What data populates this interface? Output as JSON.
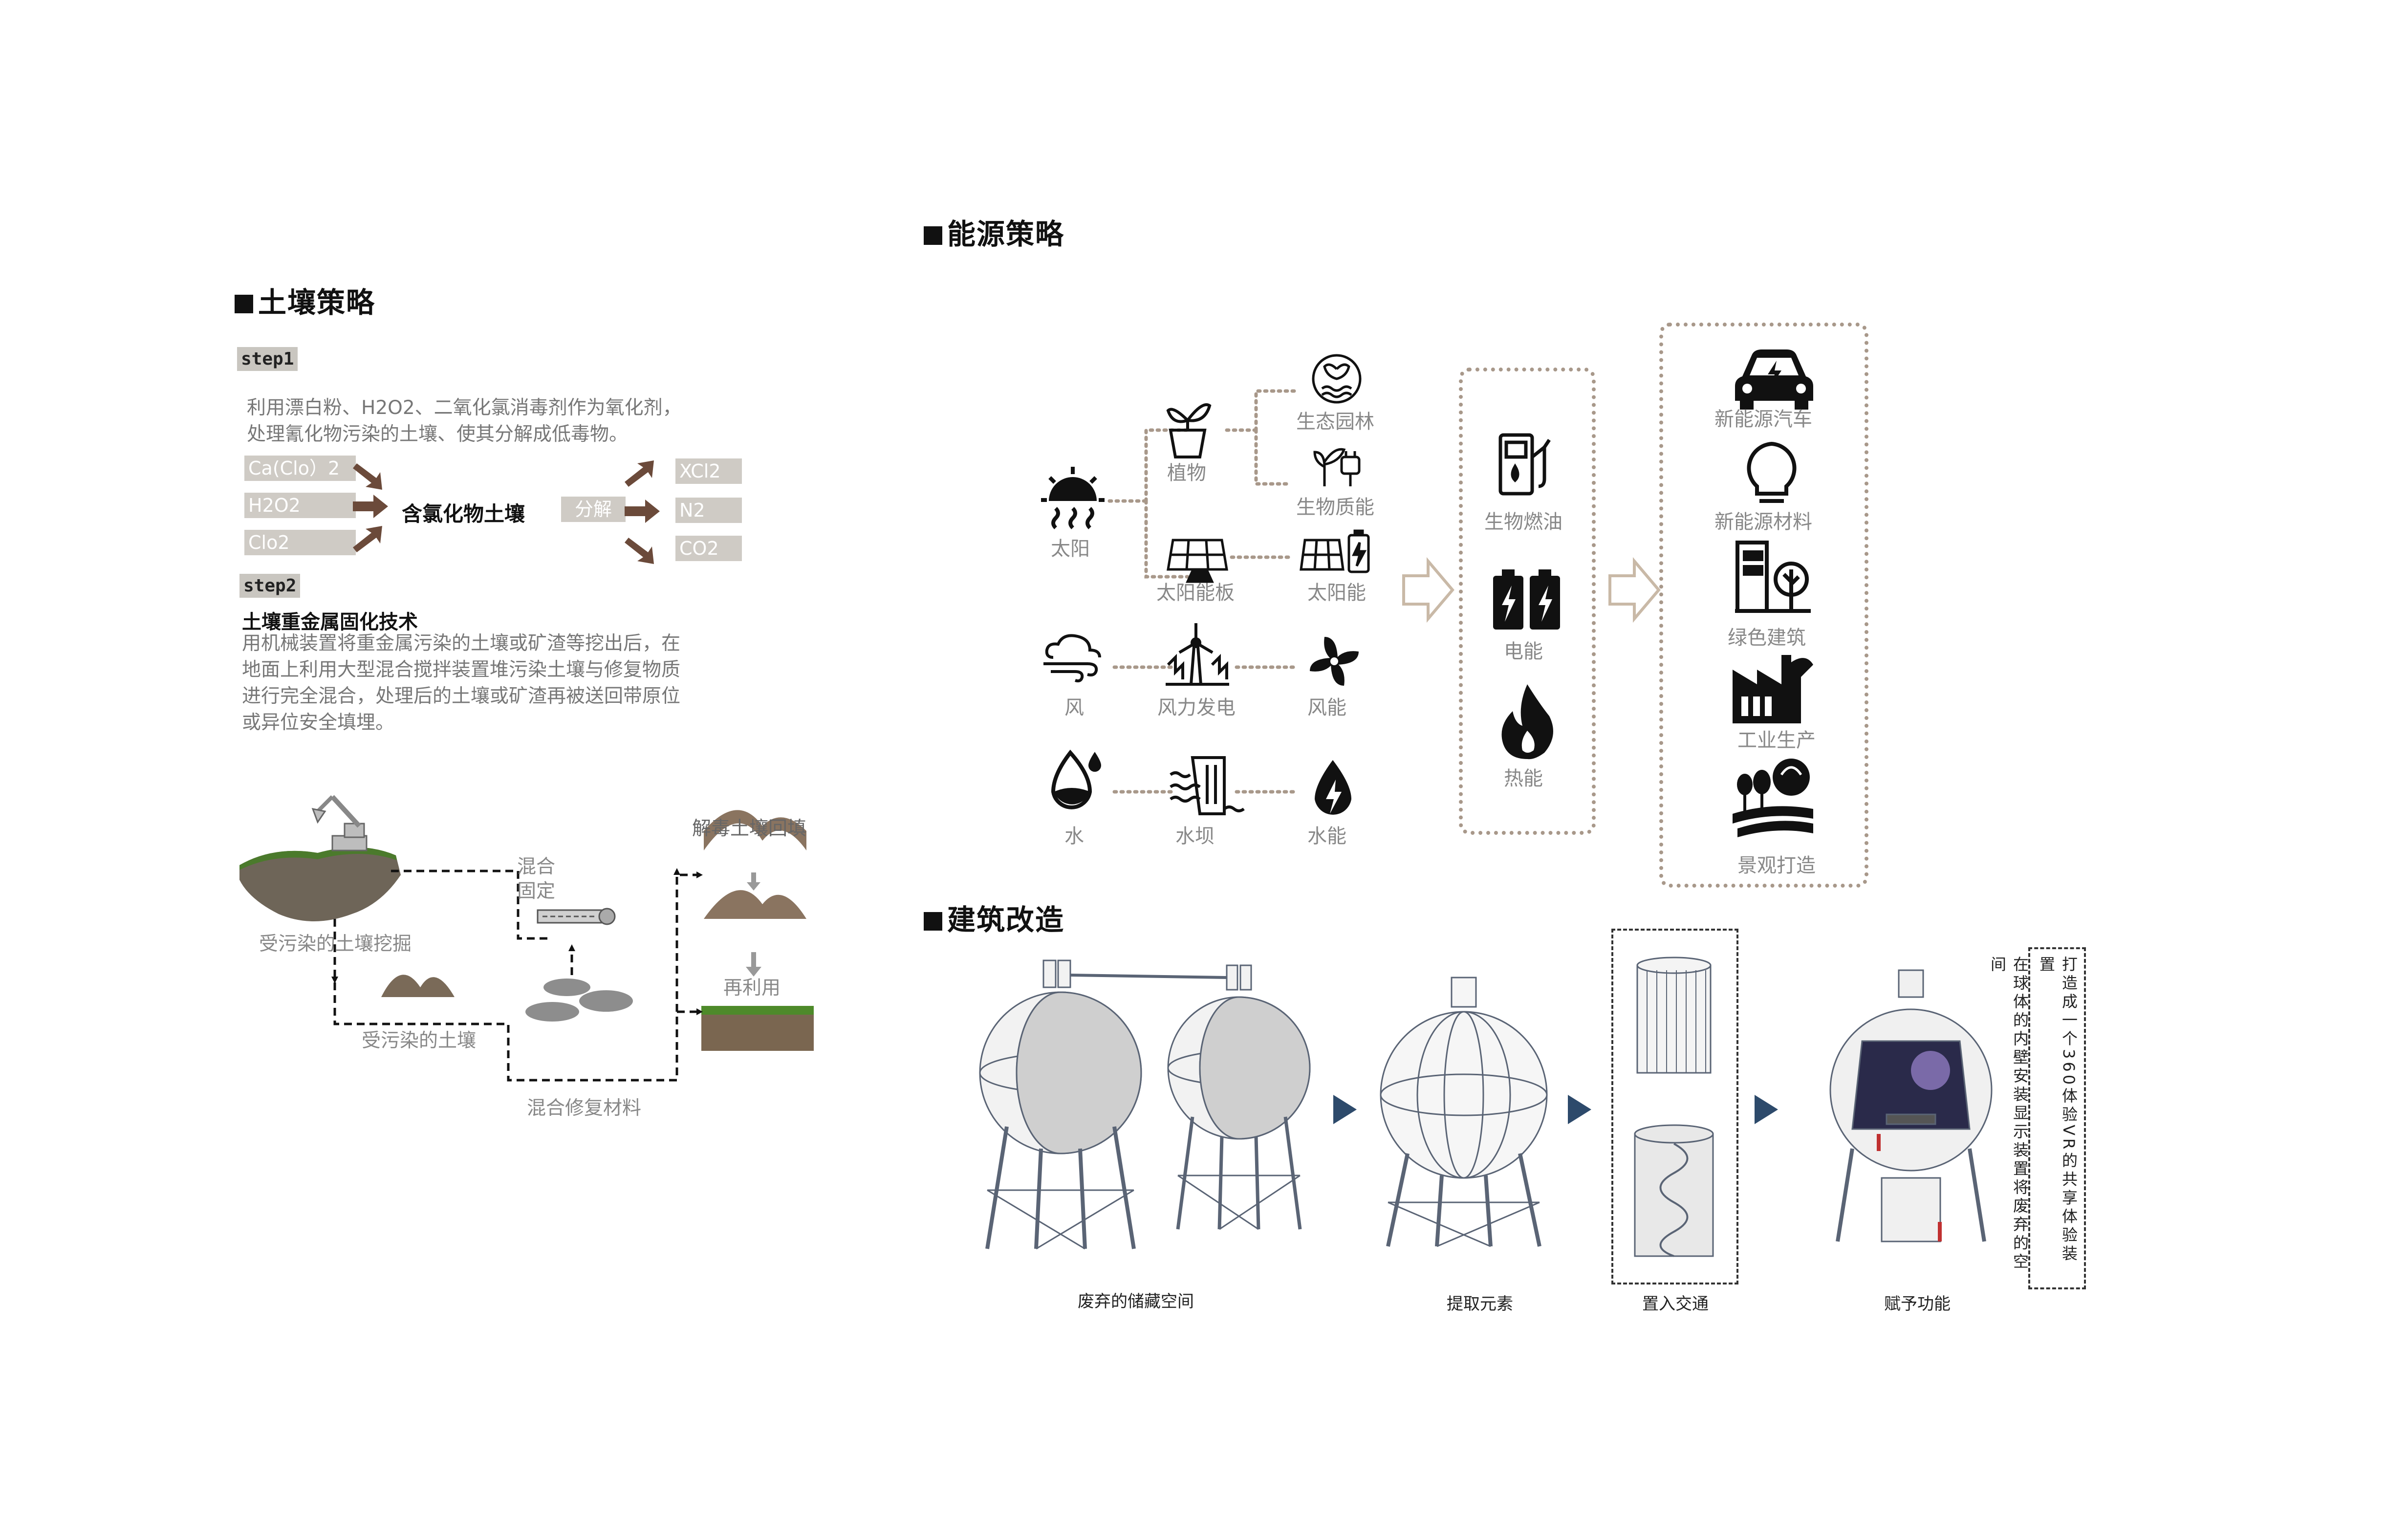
{
  "soil": {
    "title": "土壤策略",
    "step1": {
      "badge": "step1",
      "line1": "利用漂白粉、H2O2、二氧化氯消毒剂作为氧化剂，",
      "line2": "处理氰化物污染的土壤、使其分解成低毒物。",
      "reagents": [
        "Ca(Clo）2",
        "H2O2",
        "Clo2"
      ],
      "center": "含氯化物土壤",
      "process": "分解",
      "products": [
        "XCl2",
        "N2",
        "CO2"
      ]
    },
    "step2": {
      "badge": "step2",
      "heading": "土壤重金属固化技术",
      "lines": [
        "用机械装置将重金属污染的土壤或矿渣等挖出后，在",
        "地面上利用大型混合搅拌装置堆污染土壤与修复物质",
        "进行完全混合，处理后的土壤或矿渣再被送回带原位",
        "或异位安全填埋。"
      ]
    },
    "process": {
      "excavation": "受污染的土壤挖掘",
      "mix_fix_1": "混合",
      "mix_fix_2": "固定",
      "contaminated": "受污染的土壤",
      "materials": "混合修复材料",
      "backfill": "解毒土壤回填",
      "reuse": "再利用"
    }
  },
  "energy": {
    "title": "能源策略",
    "sources": {
      "sun": "太阳",
      "plant": "植物",
      "eco_garden": "生态园林",
      "biomass": "生物质能",
      "solar_panel": "太阳能板",
      "solar_energy": "太阳能",
      "wind": "风",
      "wind_power": "风力发电",
      "wind_energy": "风能",
      "water": "水",
      "dam": "水坝",
      "hydro": "水能"
    },
    "middle": [
      "生物燃油",
      "电能",
      "热能"
    ],
    "outputs": [
      "新能源汽车",
      "新能源材料",
      "绿色建筑",
      "工业生产",
      "景观打造"
    ],
    "colors": {
      "dots": "#a8988a",
      "arrow": "#c9b9a7"
    }
  },
  "building": {
    "title": "建筑改造",
    "steps": [
      "废弃的储藏空间",
      "提取元素",
      "置入交通",
      "赋予功能"
    ],
    "note_col1": "打造成一个360体验VR的共享体验装置",
    "note_col2": "在球体的内壁安装显示装置将废弃的空间",
    "arrow_color": "#2d4a6b"
  }
}
